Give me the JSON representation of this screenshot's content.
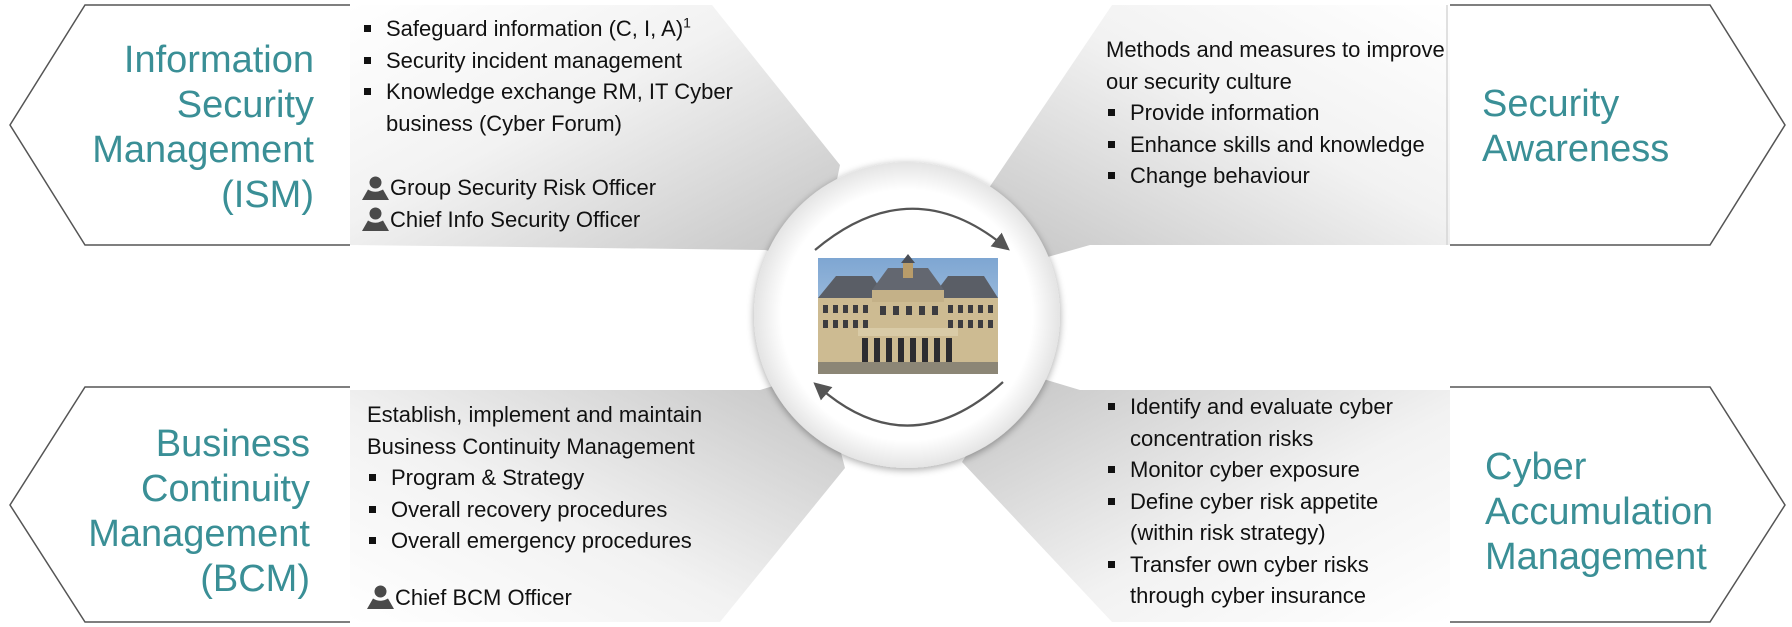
{
  "colors": {
    "accent": "#3a8f96",
    "text": "#111111",
    "outline": "#555555",
    "panel_gray": "#c9c9c9"
  },
  "sections": {
    "ism": {
      "label_lines": [
        "Information",
        "Security",
        "Management",
        "(ISM)"
      ],
      "bullets": [
        "Safeguard information (C, I, A)",
        "Security incident management",
        "Knowledge exchange RM, IT Cyber business (Cyber Forum)"
      ],
      "footnote_marker": "1",
      "officers": [
        "Group Security Risk Officer",
        "Chief Info Security Officer"
      ]
    },
    "sa": {
      "label_lines": [
        "Security",
        "Awareness"
      ],
      "intro": "Methods and measures to improve our security culture",
      "bullets": [
        "Provide information",
        "Enhance skills and knowledge",
        "Change behaviour"
      ]
    },
    "bcm": {
      "label_lines": [
        "Business",
        "Continuity",
        "Management",
        "(BCM)"
      ],
      "intro": "Establish, implement and maintain Business Continuity Management",
      "bullets": [
        "Program & Strategy",
        "Overall recovery procedures",
        "Overall emergency procedures"
      ],
      "officers": [
        "Chief BCM Officer"
      ]
    },
    "cam": {
      "label_lines": [
        "Cyber",
        "Accumulation",
        "Management"
      ],
      "bullets": [
        "Identify and evaluate cyber concentration risks",
        "Monitor cyber exposure",
        "Define cyber risk appetite (within risk strategy)",
        "Transfer own cyber risks through cyber insurance"
      ]
    }
  },
  "center": {
    "image_semantic": "building-photo",
    "cycle_arrows": "clockwise-cycle-arrows"
  },
  "icons": {
    "officer": "person-icon",
    "bullet": "square-bullet"
  }
}
